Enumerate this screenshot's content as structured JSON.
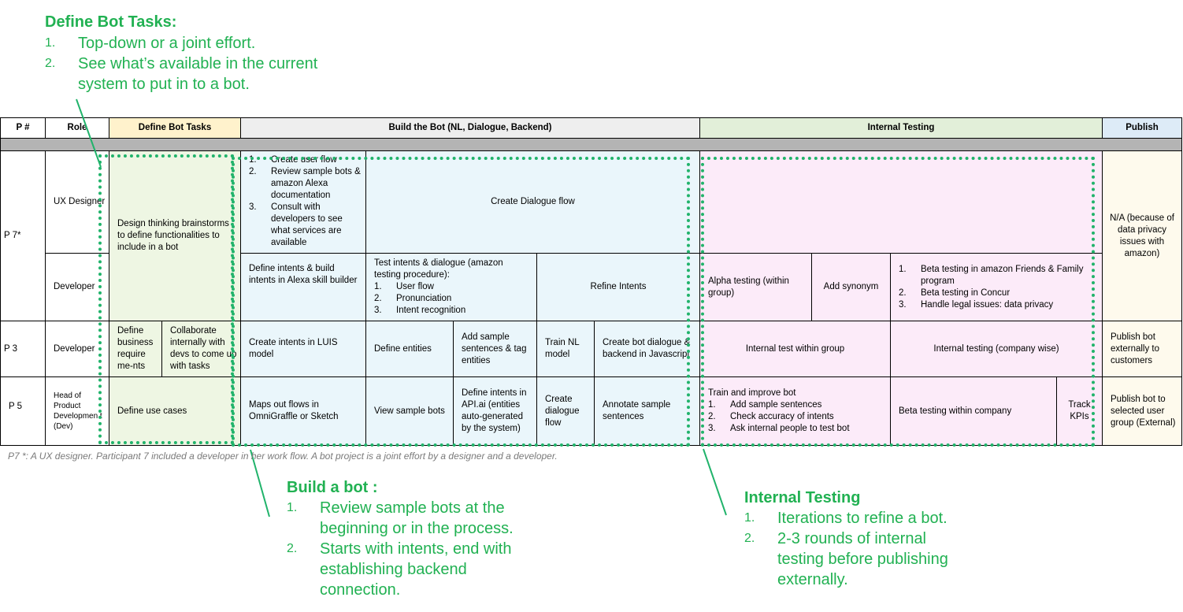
{
  "annotations": {
    "define": {
      "title": "Define Bot Tasks:",
      "items": [
        {
          "num": "1.",
          "text": "Top-down or a joint effort."
        },
        {
          "num": "2.",
          "text": "See what’s available in the current system to put in to a bot."
        }
      ]
    },
    "build": {
      "title": "Build a bot :",
      "items": [
        {
          "num": "1.",
          "text": "Review sample bots at the beginning or in the process."
        },
        {
          "num": "2.",
          "text": "Starts with intents, end with establishing backend connection."
        }
      ]
    },
    "testing": {
      "title": "Internal Testing",
      "items": [
        {
          "num": "1.",
          "text": "Iterations to refine a bot."
        },
        {
          "num": "2.",
          "text": "2-3 rounds of internal testing before publishing externally."
        }
      ]
    }
  },
  "header": {
    "p": "P #",
    "role": "Role",
    "define": "Define Bot Tasks",
    "build": "Build the Bot (NL, Dialogue, Backend)",
    "testing": "Internal Testing",
    "publish": "Publish"
  },
  "p7": {
    "label": "P 7*",
    "ux_role": "UX Designer",
    "dev_role": "Developer",
    "define": "Design thinking brainstorms to define functionalities to include in a bot",
    "ux_build_list": [
      {
        "num": "1.",
        "text": "Create user flow"
      },
      {
        "num": "2.",
        "text": "Review sample bots & amazon Alexa documentation"
      },
      {
        "num": "3.",
        "text": "Consult with developers to see what services are available"
      }
    ],
    "ux_dialogue": "Create Dialogue flow",
    "dev_intents": "Define intents & build intents in Alexa skill builder",
    "dev_test_intro": "Test intents & dialogue (amazon testing procedure):",
    "dev_test_list": [
      {
        "num": "1.",
        "text": "User flow"
      },
      {
        "num": "2.",
        "text": "Pronunciation"
      },
      {
        "num": "3.",
        "text": "Intent recognition"
      }
    ],
    "dev_refine": "Refine Intents",
    "dev_alpha": "Alpha testing (within group)",
    "dev_synonym": "Add synonym",
    "dev_beta_list": [
      {
        "num": "1.",
        "text": "Beta testing in amazon Friends & Family program"
      },
      {
        "num": "2.",
        "text": "Beta testing in Concur"
      },
      {
        "num": "3.",
        "text": "Handle legal issues: data privacy"
      }
    ],
    "publish": "N/A (because of data privacy issues with amazon)"
  },
  "p3": {
    "label": "P 3",
    "role": "Developer",
    "define1": "Define business require me-nts",
    "define2": "Collaborate internally with devs to come up with tasks",
    "b1": "Create intents in LUIS model",
    "b2": "Define entities",
    "b3": "Add sample sentences & tag entities",
    "b4": "Train NL model",
    "b5": "Create bot dialogue & backend in Javascript",
    "t1": "Internal test within group",
    "t2": "Internal testing (company wise)",
    "publish": "Publish bot externally to customers"
  },
  "p5": {
    "label": "P 5",
    "role": "Head of Product Developmen t (Dev)",
    "define": "Define use cases",
    "b1": "Maps out flows in OmniGraffle or Sketch",
    "b2": "View sample bots",
    "b3": "Define intents in API.ai (entities auto-generated by the system)",
    "b4": "Create dialogue flow",
    "b5": "Annotate sample sentences",
    "t_intro": "Train and improve bot",
    "t_list": [
      {
        "num": "1.",
        "text": "Add sample sentences"
      },
      {
        "num": "2.",
        "text": "Check accuracy of intents"
      },
      {
        "num": "3.",
        "text": "Ask internal people to test bot"
      }
    ],
    "t2": "Beta testing within company",
    "t3": "Track KPIs",
    "publish": "Publish bot to selected user group (External)"
  },
  "footnote": "P7 *: A UX designer. Participant 7 included a developer in her work flow. A bot project is a joint effort by a designer and a developer.",
  "colors": {
    "accent_green": "#21b152",
    "dotted_green": "#21b36b",
    "define_fill": "#eef6e3",
    "build_fill": "#eaf6fb",
    "testing_fill": "#fcebf9",
    "publish_fill": "#fefaed"
  }
}
